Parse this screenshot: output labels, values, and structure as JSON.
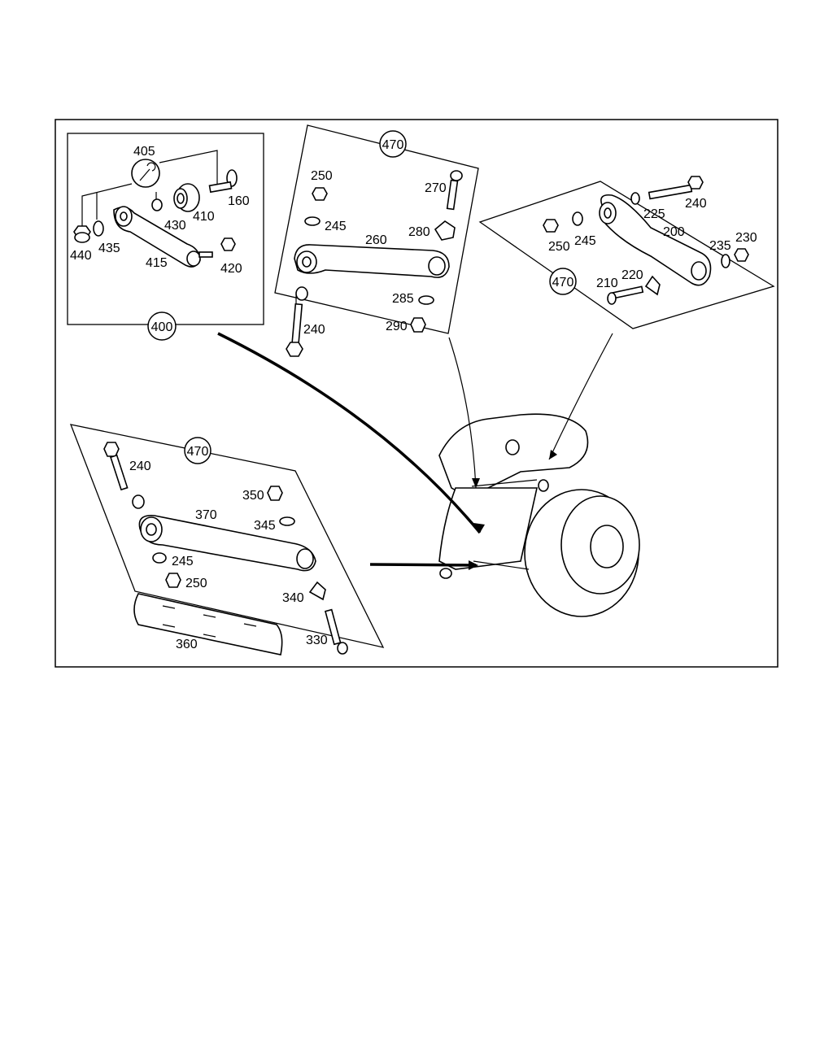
{
  "callouts": {
    "group_400": "400",
    "group_470_a": "470",
    "group_470_b": "470",
    "group_470_c": "470"
  },
  "labels": {
    "p405": "405",
    "p160": "160",
    "p410": "410",
    "p430": "430",
    "p440": "440",
    "p435": "435",
    "p415": "415",
    "p420": "420",
    "p250a": "250",
    "p270": "270",
    "p245a": "245",
    "p280": "280",
    "p260": "260",
    "p285": "285",
    "p290": "290",
    "p240a": "240",
    "p240b": "240",
    "p225": "225",
    "p200": "200",
    "p250b": "250",
    "p245b": "245",
    "p235": "235",
    "p230": "230",
    "p210": "210",
    "p220": "220",
    "p240c": "240",
    "p350": "350",
    "p370": "370",
    "p345": "345",
    "p245c": "245",
    "p250c": "250",
    "p340": "340",
    "p360": "360",
    "p330": "330"
  }
}
